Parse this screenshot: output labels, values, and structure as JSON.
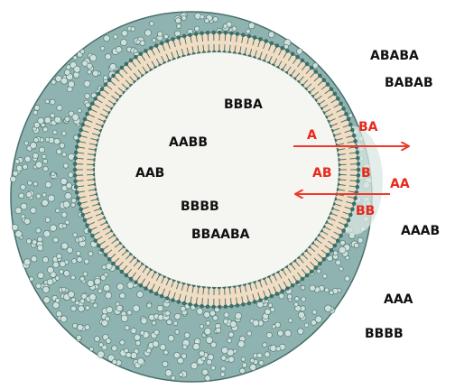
{
  "colors": {
    "membrane_fill": "#8fb3b0",
    "membrane_bead": "#cfe1dc",
    "bead_outline": "#49706c",
    "lumen": "#f5f5f1",
    "lipid_band": "#f1dcc4",
    "lipid_head": "#3b6f69",
    "label_black": "#111111",
    "label_red": "#e8281c",
    "arrow_red": "#ee3a2c"
  },
  "inside_labels": {
    "bbba": "BBBA",
    "aabb": "AABB",
    "aab": "AAB",
    "bbbb": "BBBB",
    "bbaaba": "BBAABA"
  },
  "outside_labels": {
    "ababa": "ABABA",
    "babab": "BABAB",
    "aaab": "AAAB",
    "aaa": "AAA",
    "bbbb": "BBBB"
  },
  "reaction_labels": {
    "a": "A",
    "ba": "BA",
    "ab": "AB",
    "b": "B",
    "aa": "AA",
    "bb": "BB"
  },
  "arrows": [
    {
      "name": "outward-arrow",
      "direction": "right"
    },
    {
      "name": "inward-arrow",
      "direction": "left"
    }
  ]
}
